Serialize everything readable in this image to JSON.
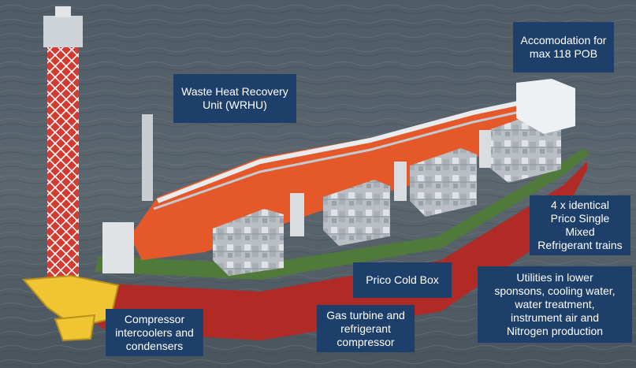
{
  "labels": {
    "accommodation": "Accomodation for\nmax 118 POB",
    "wrhu": "Waste Heat Recovery\nUnit (WRHU)",
    "refrigerant_trains": "4 x identical\nPrico Single\nMixed\nRefrigerant trains",
    "cold_box": "Prico Cold Box",
    "utilities": "Utilities in lower\nsponsons, cooling water,\nwater treatment,\ninstrument air and\nNitrogen production",
    "gas_turbine": "Gas turbine and\nrefrigerant\ncompressor",
    "compressor_intercoolers": "Compressor\nintercoolers and\ncondensers"
  },
  "colors": {
    "callout_bg": "#1f3f6b",
    "callout_text": "#ffffff",
    "sea": "#56616b",
    "hull_red": "#b02a26",
    "deck_orange": "#e4582a",
    "deck_green": "#4f7a3a",
    "tower_red": "#d23a32",
    "equipment_grey": "#c8cdd2"
  }
}
